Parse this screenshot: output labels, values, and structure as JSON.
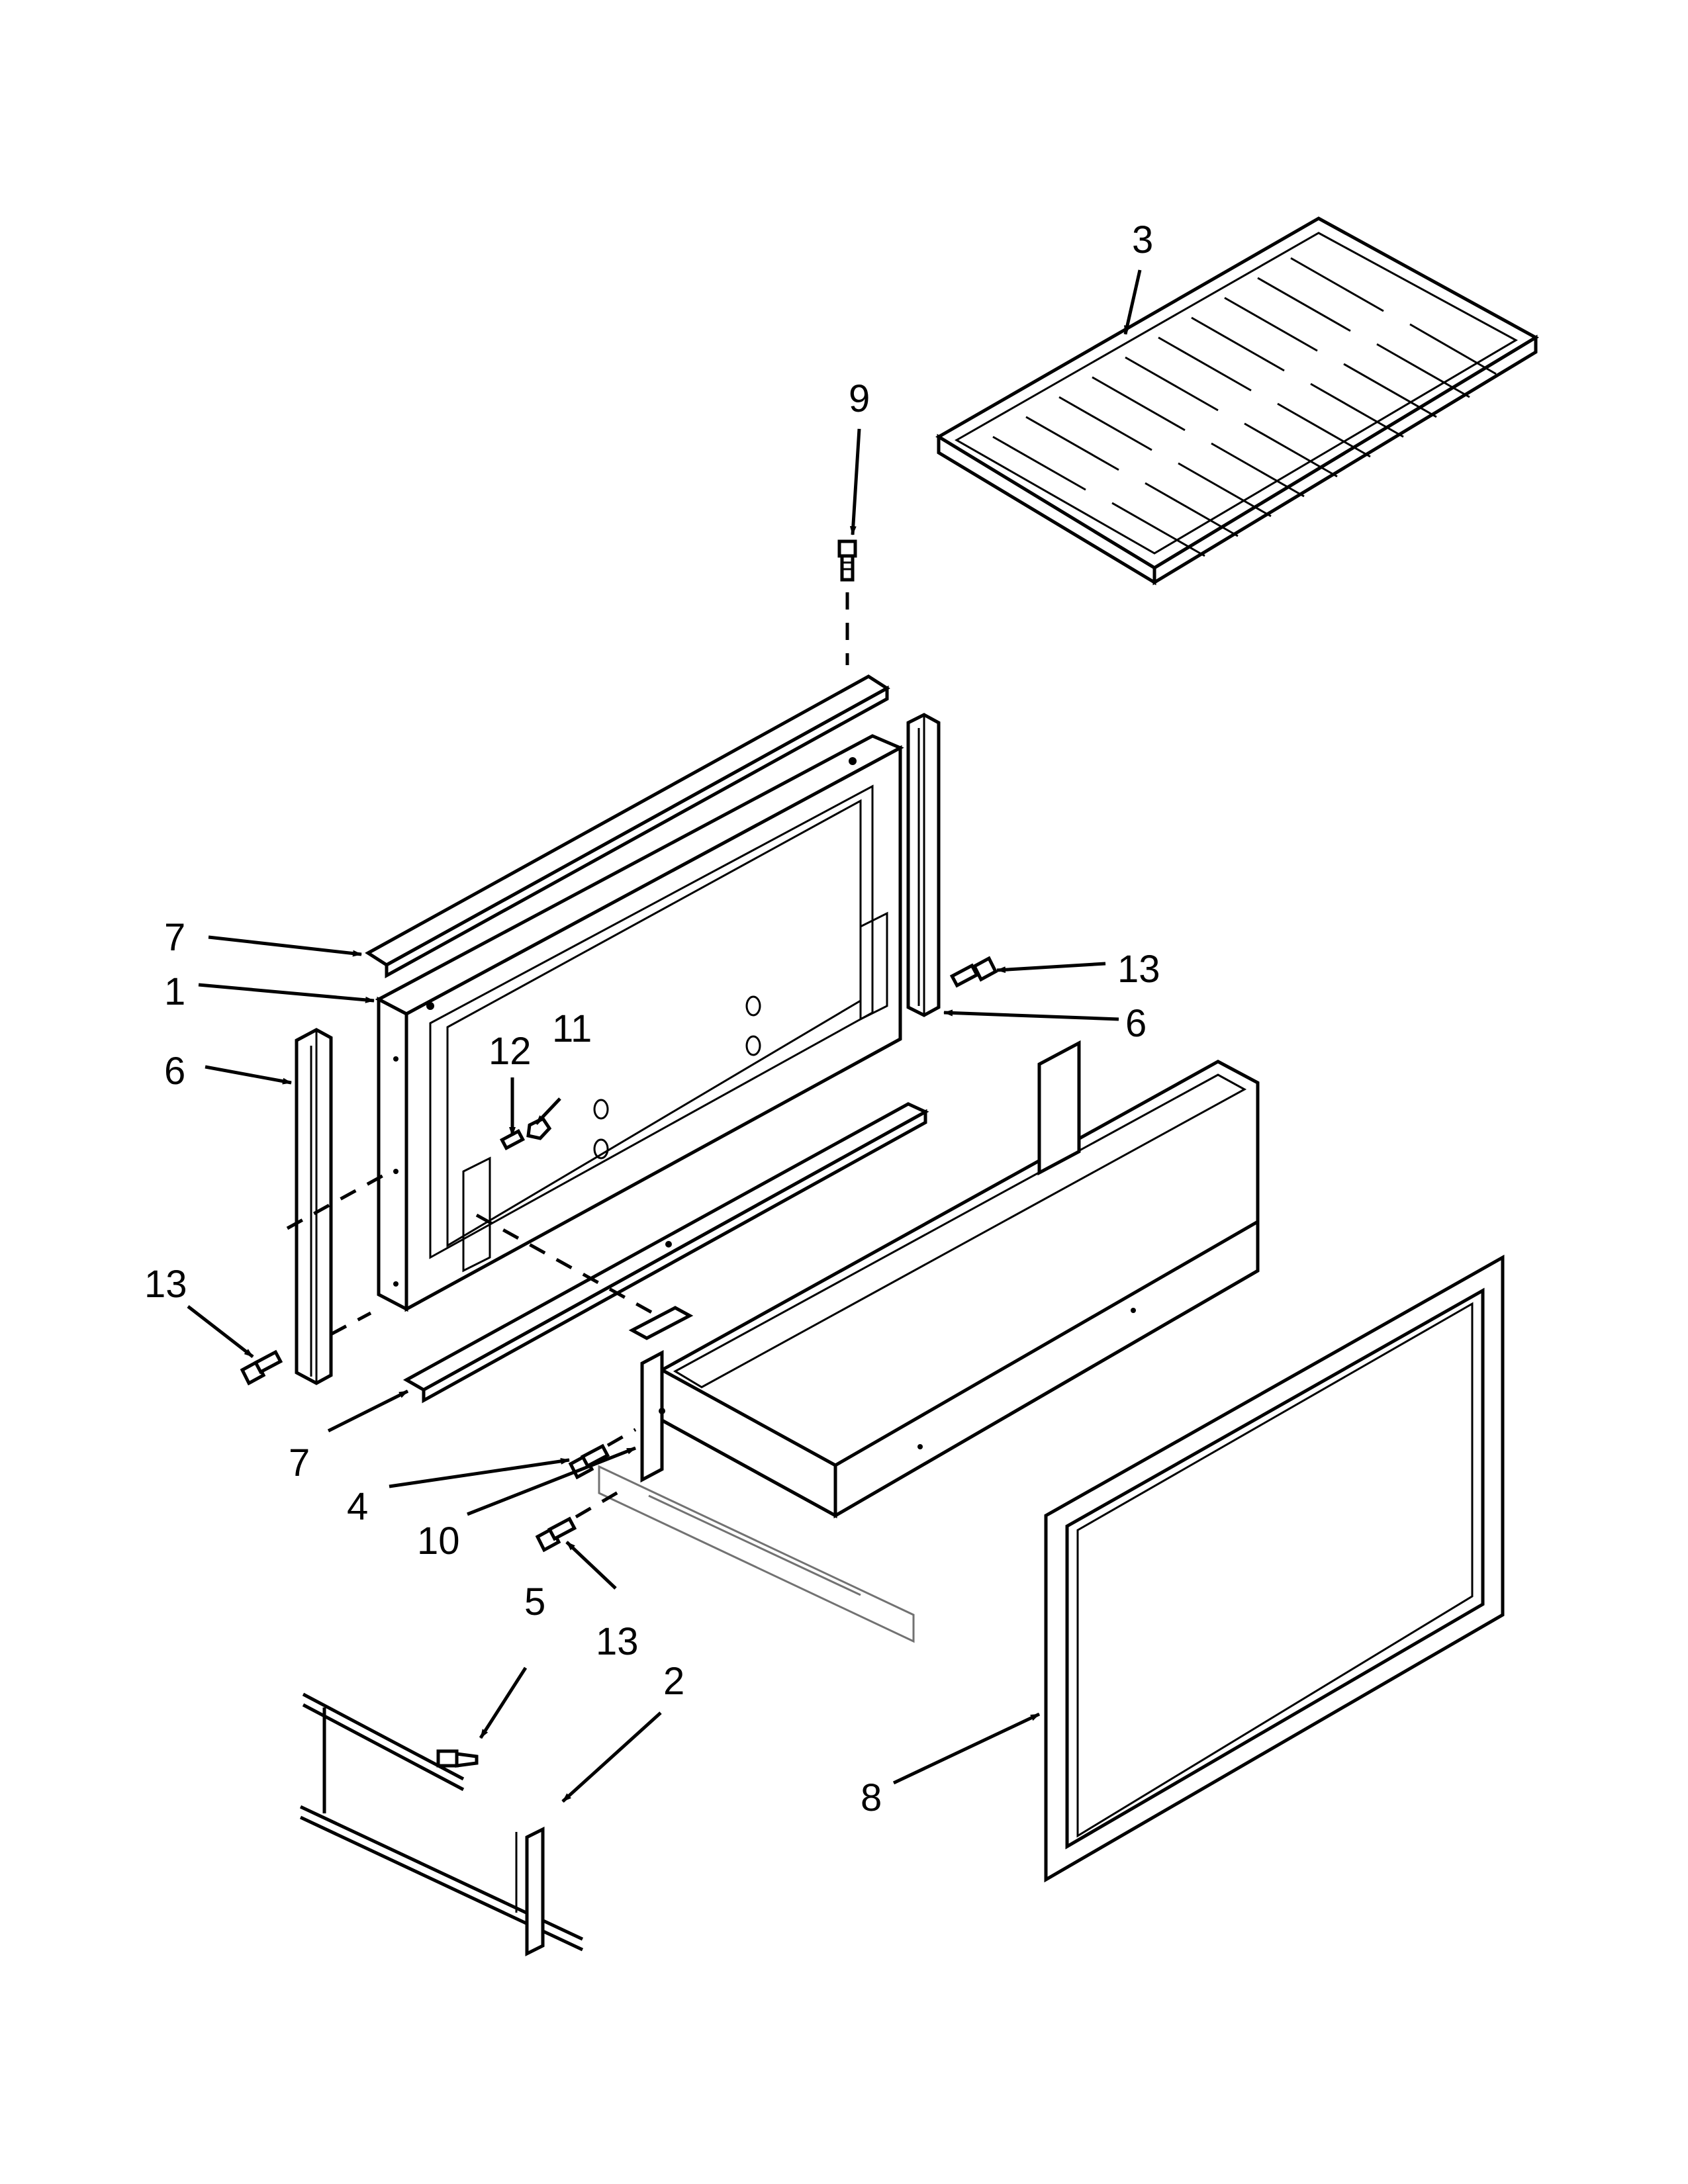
{
  "callouts": {
    "c1": "1",
    "c2": "2",
    "c3": "3",
    "c4": "4",
    "c5": "5",
    "c6a": "6",
    "c6b": "6",
    "c7a": "7",
    "c7b": "7",
    "c8": "8",
    "c9": "9",
    "c10": "10",
    "c11": "11",
    "c12": "12",
    "c13a": "13",
    "c13b": "13",
    "c13c": "13"
  },
  "icons": {
    "arrow": "arrow-marker",
    "screw": "screw-icon"
  }
}
